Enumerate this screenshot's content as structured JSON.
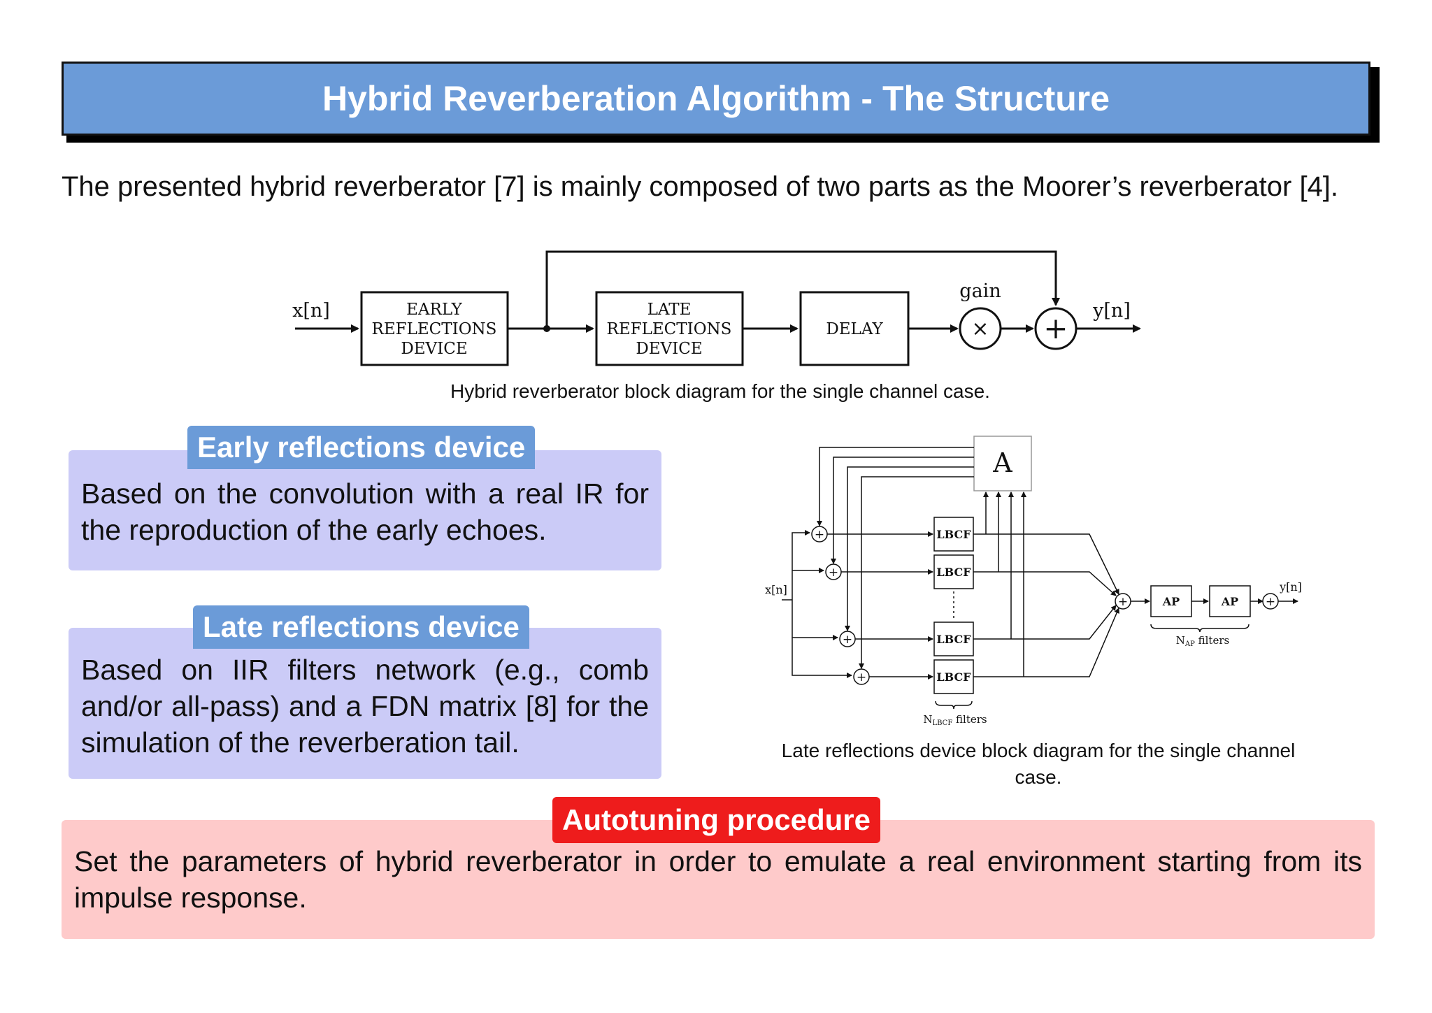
{
  "slide": {
    "title": "Hybrid Reverberation Algorithm - The Structure",
    "intro": "The presented hybrid reverberator [7] is mainly composed of two parts as the Moorer’s reverberator [4]."
  },
  "top_diagram": {
    "input_label": "x[n]",
    "output_label": "y[n]",
    "gain_label": "gain",
    "multiply_symbol": "×",
    "sum_symbol": "+",
    "early_block": [
      "EARLY",
      "REFLECTIONS",
      "DEVICE"
    ],
    "late_block": [
      "LATE",
      "REFLECTIONS",
      "DEVICE"
    ],
    "delay_block": "DELAY",
    "caption": "Hybrid reverberator block diagram for the single channel case."
  },
  "early_box": {
    "title": "Early reflections device",
    "body": "Based on the convolution with a real IR for the reproduction of the early echoes."
  },
  "late_box": {
    "title": "Late reflections device",
    "body": "Based on IIR filters network (e.g., comb and/or all-pass) and a FDN matrix [8] for the simulation of the reverberation tail."
  },
  "late_diagram": {
    "input_label": "x[n]",
    "output_label": "y[n]",
    "matrix_label": "A",
    "filter_label": "LBCF",
    "allpass_label": "AP",
    "sum_symbol": "+",
    "lbcf_count_label": "N",
    "lbcf_count_sub": "LBCF",
    "lbcf_count_suffix": " filters",
    "ap_count_label": "N",
    "ap_count_sub": "AP",
    "ap_count_suffix": " filters",
    "caption_line1": "Late reflections device block diagram for the single channel",
    "caption_line2": "case."
  },
  "autotuning_box": {
    "title": "Autotuning procedure",
    "body": "Set the parameters of hybrid reverberator in order to emulate a real environment starting from its impulse response."
  }
}
